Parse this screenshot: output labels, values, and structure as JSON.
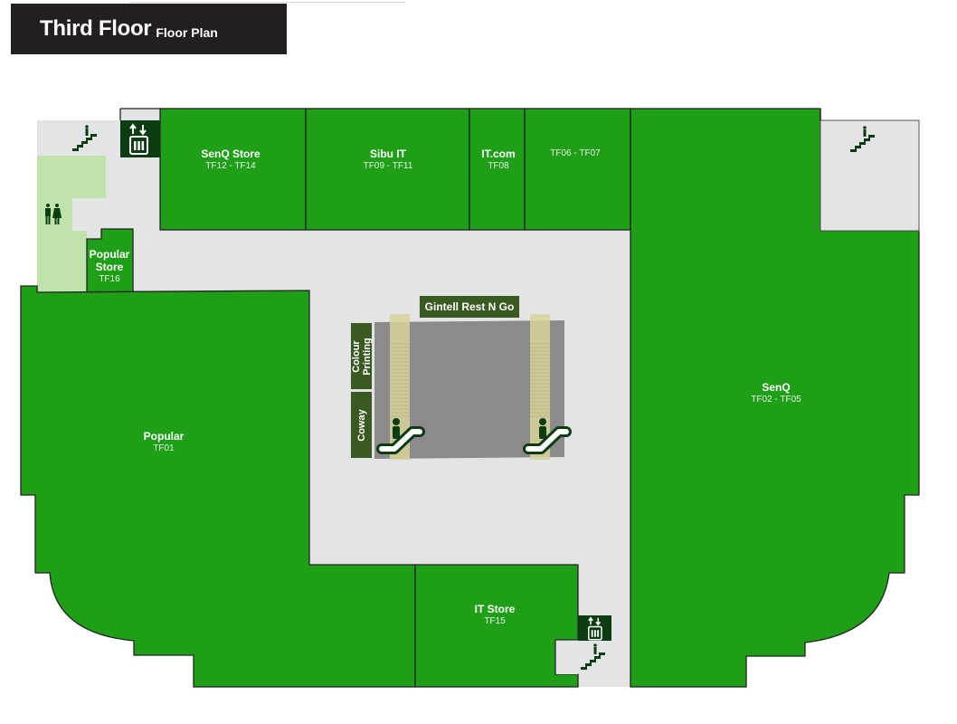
{
  "header": {
    "title": "Third Floor",
    "subtitle": "Floor Plan"
  },
  "colors": {
    "store": "#1e9f17",
    "corridor": "#e3e4e6",
    "toilet": "#bfe3ab",
    "icon_box": "#0c3d12",
    "tag": "#3a5a22",
    "void": "#8c8a8d",
    "escalator": "#d8d29a"
  },
  "units": [
    {
      "name": "SenQ Store",
      "code": "TF12 - TF14"
    },
    {
      "name": "Sibu IT",
      "code": "TF09 - TF11"
    },
    {
      "name": "IT.com",
      "code": "TF08"
    },
    {
      "name": "",
      "code": "TF06 - TF07"
    },
    {
      "name": "Popular Store",
      "code": "TF16"
    },
    {
      "name": "Popular",
      "code": "TF01"
    },
    {
      "name": "SenQ",
      "code": "TF02 - TF05"
    },
    {
      "name": "IT Store",
      "code": "TF15"
    }
  ],
  "kiosks": {
    "gintell": "Gintell Rest N Go",
    "colour_printing": "Colour Printing",
    "coway": "Coway"
  },
  "icons": [
    "stairs-icon",
    "lift-icon",
    "toilet-icon",
    "escalator-icon"
  ]
}
